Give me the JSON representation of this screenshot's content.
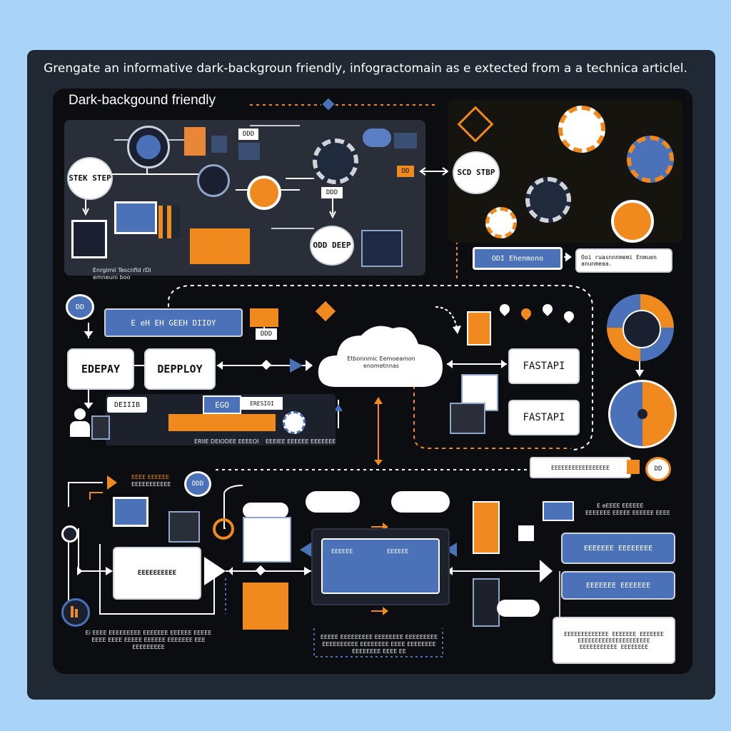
{
  "header": {
    "title": "Grengate an informative dark-backgroun friendly, infogractomain as e extected from a a technica articlel.",
    "subtitle": "Dark-backgound friendly"
  },
  "top_left": {
    "step_badge": "STEK STEP",
    "tag_a": "DDD",
    "tag_b": "DDD",
    "step_circle": "ODD DEEP",
    "caption": "Enrgimii Tescnfid rDi emneuni boo"
  },
  "top_right": {
    "step_circle": "SCD STBP",
    "chip": "DD",
    "bar_label": "ODI Ehenmono",
    "note": "Ooi ruasnnnmemi Enmuen anunmeaa."
  },
  "middle": {
    "badge": "DD",
    "banner": "E eH EH GEEH DIIOY",
    "btn_left": "EDEPAY",
    "btn_right": "DEPPLOY",
    "tag_dd": "DDD",
    "cloud_text": "Etbonnmic Eemoeamon enometnnas",
    "label_r1": "FASTAPI",
    "label_r2": "FASTAPI",
    "tag_pill_left": "DEIIIB",
    "tag_pill_mid": "EGO",
    "tag_pill_mid2": "ERESIOI",
    "cap_left": "ERIIE DEIODEE EEEEOI",
    "cap_right": "EEEIEE EEEEEE EEEEEEE",
    "cylinder_label": "EEEEEEEEEEEEEEEEE",
    "orb_label": "DD"
  },
  "bottom": {
    "tiny_label_1": "EEEE EEEEEE",
    "tiny_label_2": "EEEEEEEEEEE",
    "oval_badge": "DDD",
    "card_left": "EEEEEEEEEE",
    "center_l": "EEEEEE",
    "center_r": "EEEEEE",
    "right_caption_1": "E eEEEE EEEEEE",
    "right_caption_2": "EEEEEEE EEEEE EEEEEE EEEE",
    "btn_right_1": "EEEEEEE EEEEEEEE",
    "btn_right_2": "EEEEEEE EEEEEEE",
    "note_right": "EEEEEEEEEEEEE EEEEEEE EEEEEEE EEEEEEEEEEEEEEEEEEEEE EEEEEEEEEEE EEEEEEEE",
    "caption_left": "Ei EEEE EEEEEEEEE EEEEEEE EEEEEE EEEEE EEEE EEEE EEEEE EEEEEE EEEEEEE EEE EEEEEEEEE",
    "caption_mid": "EEEEE EEEEEEEEE EEEEEEEE EEEEEEEEE EEEEEEEEEE EEEEEEEE EEEE EEEEEEEE EEEEEEEE EEEE EE"
  },
  "colors": {
    "page_bg": "#a9d4f7",
    "frame": "#202833",
    "panel_dark": "#0c0d10",
    "accent_orange": "#f18a1e",
    "accent_blue": "#4b72b8",
    "line_white": "#ffffff"
  }
}
